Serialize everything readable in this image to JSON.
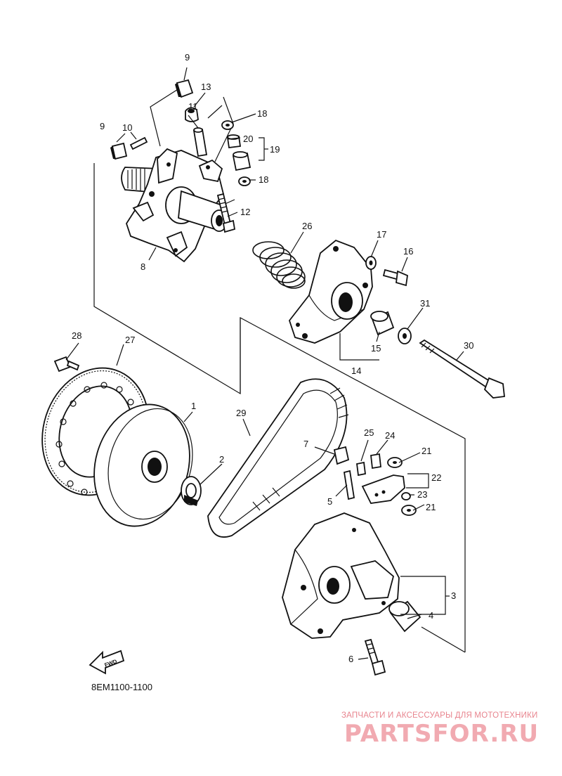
{
  "diagram": {
    "code": "8EM1100-1100",
    "fwd_label": "FWD",
    "callouts": [
      "1",
      "2",
      "3",
      "4",
      "5",
      "6",
      "7",
      "8",
      "9",
      "9",
      "10",
      "11",
      "12",
      "13",
      "14",
      "15",
      "16",
      "17",
      "18",
      "18",
      "19",
      "20",
      "21",
      "21",
      "22",
      "23",
      "24",
      "25",
      "26",
      "27",
      "28",
      "29",
      "30",
      "31"
    ]
  },
  "watermark": {
    "tagline": "ЗАПЧАСТИ И АКСЕССУАРЫ ДЛЯ МОТОТЕХНИКИ",
    "logo": "PARTSFOR.RU"
  }
}
